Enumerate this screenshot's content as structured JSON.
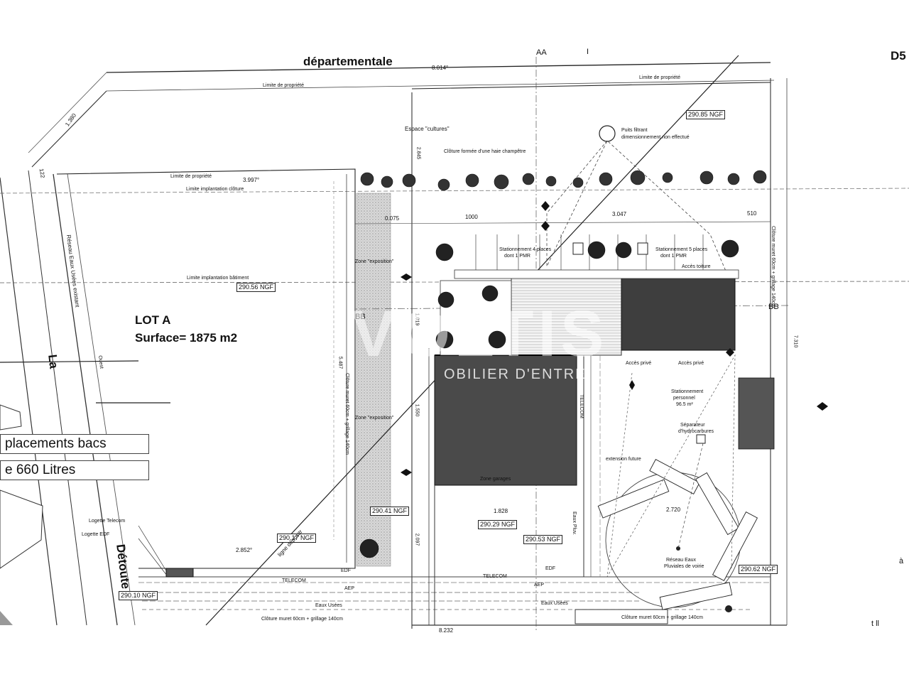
{
  "roads": {
    "departementale": "départementale",
    "d5": "D5",
    "la": "La",
    "deroute": "Détoute"
  },
  "marks": {
    "aa": "AA",
    "i": "I",
    "bb_left": "BB",
    "bb_right": "BB",
    "l1": "t ll",
    "a_right": "à"
  },
  "lot": {
    "name": "LOT A",
    "surface": "Surface= 1875 m2"
  },
  "bins": {
    "line1": "placements bacs",
    "line2": "e 660 Litres"
  },
  "dimensions": {
    "d1": "8.014°",
    "d2": "1.380",
    "d3": "3.997°",
    "d4": "0.075",
    "d5": "1000",
    "d6": "3.047",
    "d7": "510",
    "d8": "2.845",
    "d9": "1.019",
    "d10": "1.550",
    "d11": "5.487",
    "d12": "1.828",
    "d13": "2.720",
    "d14": "2.852°",
    "d15": "2.097",
    "d16": "7.310",
    "d17": "8.232",
    "d18": "122"
  },
  "ngf": {
    "n1": "290.85 NGF",
    "n2": "290.56 NGF",
    "n3": "290.41 NGF",
    "n4": "290.29 NGF",
    "n5": "290.53 NGF",
    "n6": "290.17 NGF",
    "n7": "290.10 NGF",
    "n8": "290.62 NGF"
  },
  "notes": {
    "limite_top": "Limite de propriété",
    "limite_top_right": "Limite de propriété",
    "limite_left": "Limite de propriété",
    "limite_implant_cloture": "Limite implantation clôture",
    "limite_implant_bat": "Limite implantation bâtiment",
    "espace": "Espace \"cultures\"",
    "cloture_haie": "Clôture formée d'une haie champêtre",
    "puits": "Puits filtrant",
    "puits_sub": "dimensionnement non effectué",
    "zone_expo1": "Zone \"exposition\"",
    "zone_expo2": "Zone \"exposition\"",
    "stationnement1": "Stationnement 4 places",
    "stationnement1b": "dont 1 PMR",
    "stationnement2": "Stationnement 5 places",
    "stationnement2b": "dont 1 PMR",
    "acces_toit": "Accès toiture",
    "acces_prive1": "Accès privé",
    "acces_prive2": "Accès privé",
    "stat_perso": "Stationnement",
    "stat_perso2": "personnel",
    "stat_perso3": "96.5 m²",
    "separateur": "Séparateur",
    "separateur2": "d'hydrocarbures",
    "extension": "extension future",
    "zone_garages": "Zone garages",
    "reseau_eaux": "Réseau Eaux Usées existant",
    "ouest": "Ouest",
    "cloture_muret_left": "Clôture muret 60cm + grillage 140cm",
    "cloture_muret_right": "Clôture muret 60cm + grillage 140cm",
    "cloture_bottom1": "Clôture muret 60cm + grillage 140cm",
    "cloture_bottom2": "Clôture muret 60cm + grillage 140cm",
    "ligne_depositr": "ligne dépositr",
    "logette_telecom": "Logette Telecom",
    "logette_edf": "Logette EDF",
    "telecom1": "TELECOM",
    "telecom2": "TELECOM",
    "telecom3": "TELECOM",
    "edf1": "EDF",
    "edf2": "EDF",
    "aep1": "AEP",
    "aep2": "AEP",
    "eaux_usees1": "Eaux Usées",
    "eaux_usees2": "Eaux Usées",
    "eaux_pluv": "Eaux Pluv.",
    "reseau_eaux_pluv": "Réseau Eaux",
    "reseau_eaux_pluv2": "Pluviales de voirie"
  },
  "watermark": {
    "big": "VOLTIS",
    "sub": "OBILIER D'ENTRE"
  }
}
